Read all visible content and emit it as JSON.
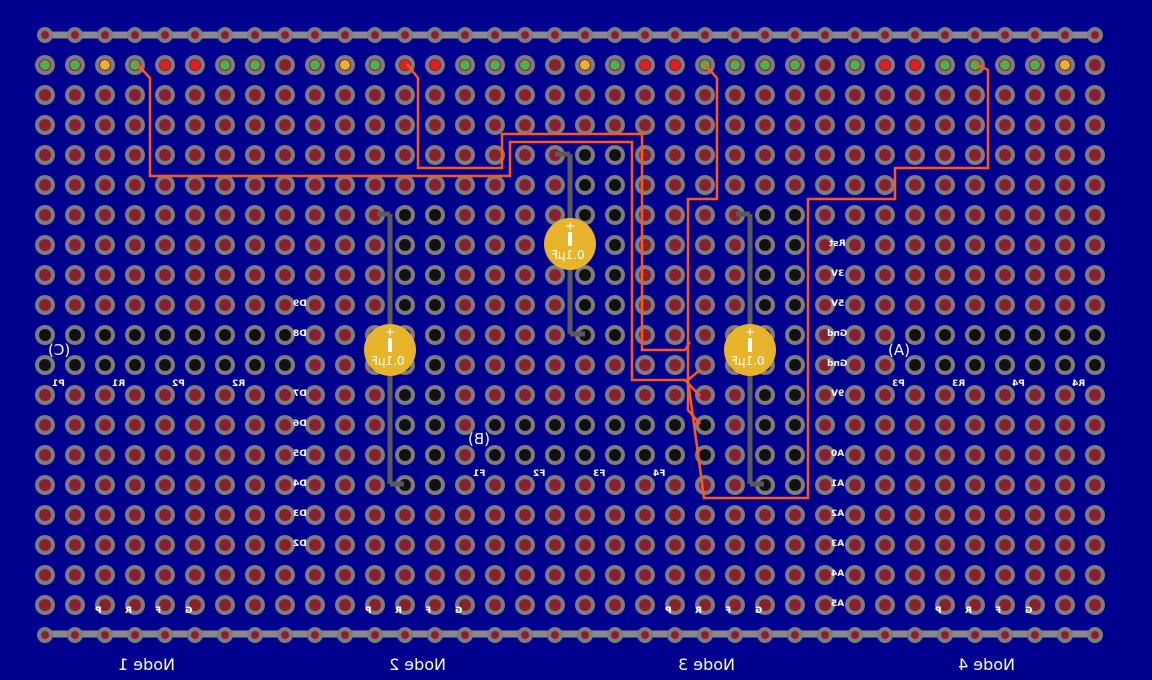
{
  "nodes": [
    {
      "label": "Node 1"
    },
    {
      "label": "Node 2"
    },
    {
      "label": "Node 3"
    },
    {
      "label": "Node 4"
    }
  ],
  "capacitors": [
    {
      "label": "0.1µF",
      "polarity": "+"
    },
    {
      "label": "0.1µF",
      "polarity": "+"
    },
    {
      "label": "0.1µF",
      "polarity": "+"
    }
  ],
  "group_labels": [
    "(A)",
    "(B)",
    "(C)"
  ],
  "header_pins_right": [
    "Rst",
    "3V",
    "5V",
    "Gnd",
    "Gnd",
    "9V",
    "A0",
    "A1",
    "A2",
    "A3",
    "A4",
    "A5"
  ],
  "header_pins_left": [
    "D9",
    "D8",
    "D7",
    "D6",
    "D5",
    "D4",
    "D3",
    "D2"
  ],
  "pot_labels_c": [
    "P1",
    "R1",
    "P2",
    "R2"
  ],
  "pot_labels_a": [
    "P3",
    "R3",
    "P4",
    "R4"
  ],
  "fsr_labels": [
    "F1",
    "F2",
    "F3",
    "F4"
  ],
  "bottom_pin_letters": [
    "P",
    "R",
    "F",
    "G"
  ],
  "colors": {
    "board": "#00008f",
    "pad": "#7d7d80",
    "pad_center": "#8a1f2e",
    "wire": "#ff5a14",
    "capacitor": "#e6b32a",
    "jumper": "#5a5a5a"
  }
}
